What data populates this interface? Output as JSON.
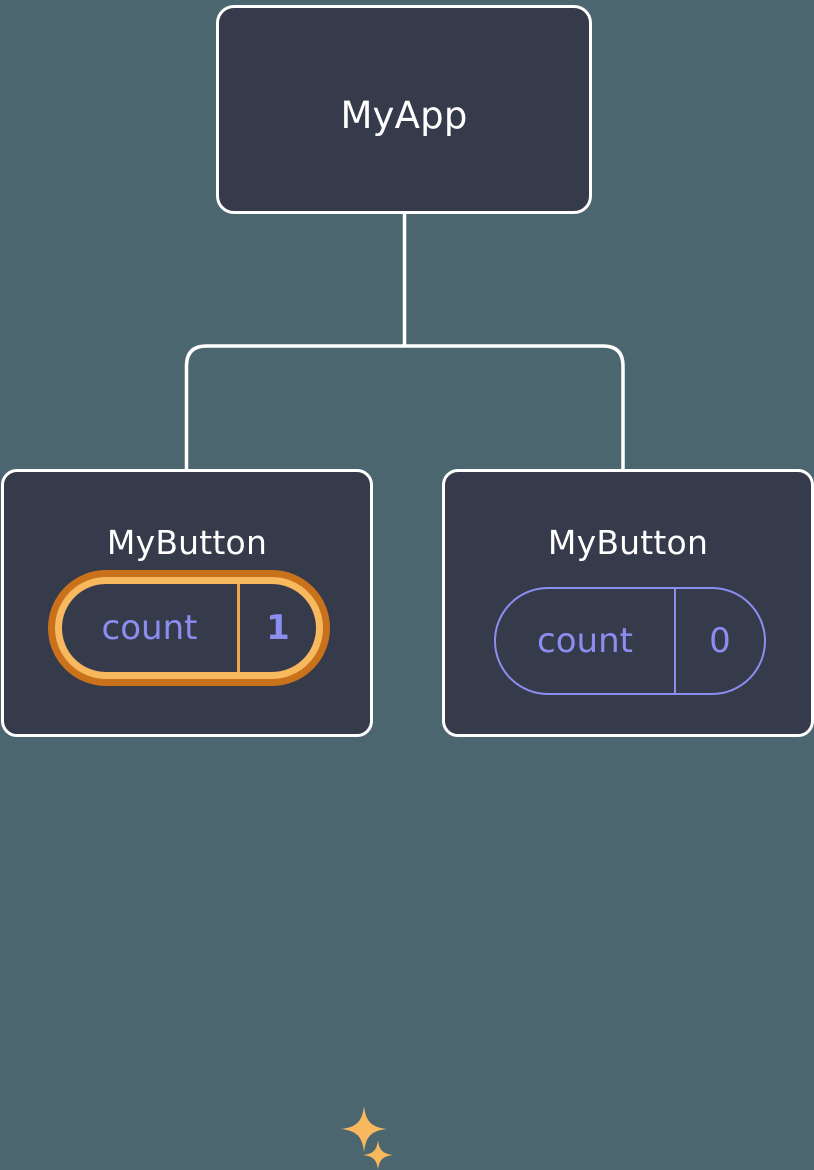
{
  "diagram": {
    "title_alt": "React component tree with state pills",
    "background_color": "#4c666f",
    "node_fill": "#353b4a",
    "node_border": "#ffffff",
    "connector_color": "#ffffff",
    "state_color": "#8b8ef0",
    "highlight_outer_color": "#c9721b",
    "highlight_inner_color": "#f7b85e",
    "sparkle_color": "#f7b85e"
  },
  "nodes": {
    "root": {
      "label": "MyApp"
    },
    "child_left": {
      "label": "MyButton",
      "state": {
        "key": "count",
        "value": "1",
        "highlighted": true
      }
    },
    "child_right": {
      "label": "MyButton",
      "state": {
        "key": "count",
        "value": "0",
        "highlighted": false
      }
    }
  },
  "icons": {
    "sparkle_big": "sparkle-icon",
    "sparkle_small": "sparkle-icon"
  }
}
